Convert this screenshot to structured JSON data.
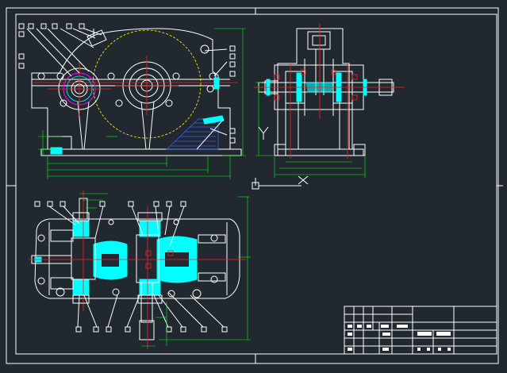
{
  "colors": {
    "background": "#212830",
    "outline": "#ffffff",
    "section_fill": "#00ffff",
    "dimension": "#00ff00",
    "centerline": "#ff2020",
    "pitch_circle": "#ffff00",
    "hatch": "#3060ff"
  },
  "views": [
    "front-view",
    "side-view",
    "top-section-view"
  ],
  "title_block": {
    "cells": []
  }
}
